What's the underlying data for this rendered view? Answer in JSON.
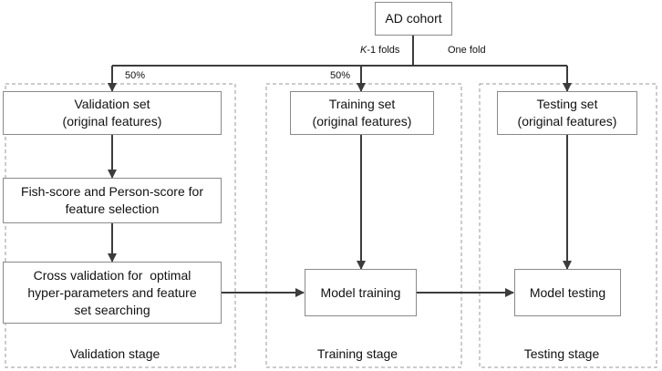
{
  "nodes": {
    "cohort": {
      "label": "AD cohort"
    },
    "validation_set": {
      "line1": "Validation set",
      "line2": "(original features)"
    },
    "training_set": {
      "line1": "Training set",
      "line2": "(original features)"
    },
    "testing_set": {
      "line1": "Testing set",
      "line2": "(original features)"
    },
    "feature_selection": {
      "line1": "Fish-score and Person-score for",
      "line2": "feature selection"
    },
    "cross_validation": {
      "line1": "Cross validation for  optimal",
      "line2": "hyper-parameters and feature",
      "line3": "set searching"
    },
    "model_training": {
      "label": "Model training"
    },
    "model_testing": {
      "label": "Model testing"
    }
  },
  "edge_labels": {
    "k_minus_one_var": "K",
    "k_minus_one_rest": "-1 folds",
    "one_fold": "One fold",
    "validation_share": "50%",
    "training_share": "50%"
  },
  "stages": {
    "validation": "Validation stage",
    "training": "Training stage",
    "testing": "Testing stage"
  },
  "colors": {
    "arrow": "#3c3c3c",
    "box_border": "#8a8a8a",
    "stage_border": "#9a9a9a"
  }
}
